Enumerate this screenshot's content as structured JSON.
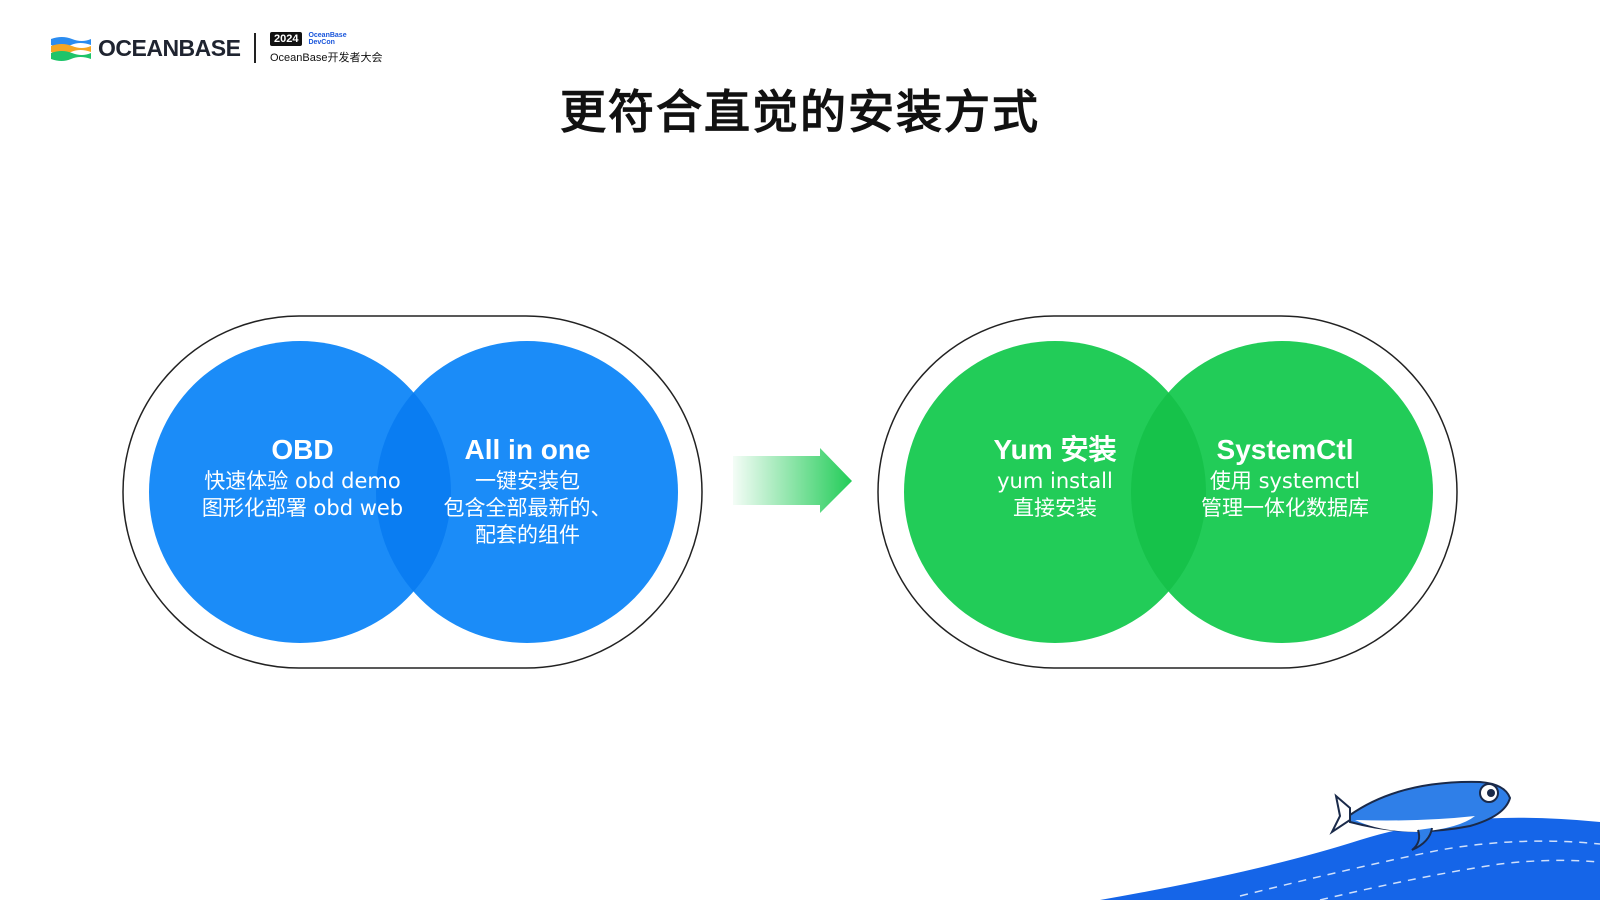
{
  "header": {
    "brand": "OCEANBASE",
    "year": "2024",
    "event_line1": "OceanBase",
    "event_line2": "DevCon",
    "conference": "OceanBase开发者大会"
  },
  "title": "更符合直觉的安装方式",
  "left_group": {
    "circle_a": {
      "heading": "OBD",
      "lines": [
        "快速体验 obd demo",
        "图形化部署 obd web"
      ]
    },
    "circle_b": {
      "heading": "All in one",
      "lines": [
        "一键安装包",
        "包含全部最新的、",
        "配套的组件"
      ]
    }
  },
  "right_group": {
    "circle_a": {
      "heading": "Yum 安装",
      "lines": [
        "yum install",
        "直接安装"
      ]
    },
    "circle_b": {
      "heading": "SystemCtl",
      "lines": [
        "使用 systemctl",
        "管理一体化数据库"
      ]
    }
  },
  "colors": {
    "blue": "#1b8cf8",
    "blue_overlap": "#0a7df2",
    "green": "#22cc58",
    "green_overlap": "#16c24a",
    "wave": "#1565e8"
  }
}
